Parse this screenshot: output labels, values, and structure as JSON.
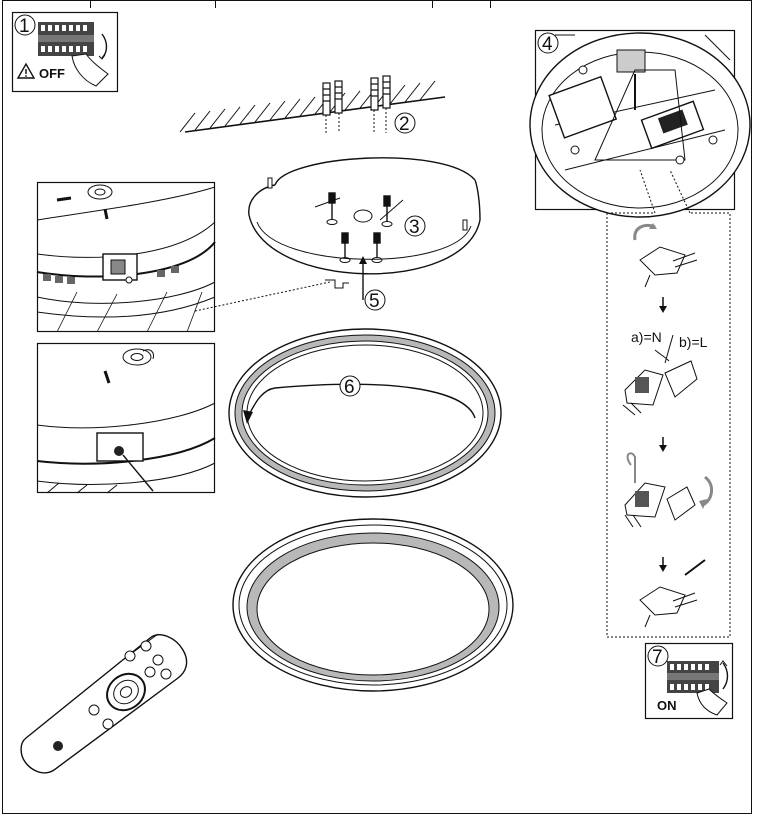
{
  "steps": {
    "s1": "1",
    "s2": "2",
    "s3": "3",
    "s4": "4",
    "s5": "5",
    "s6": "6",
    "s7": "7"
  },
  "power": {
    "off_label": "OFF",
    "on_label": "ON"
  },
  "wiring": {
    "neutral_label": "a)=N",
    "live_label": "b)=L"
  },
  "icons": {
    "warning": "warning-triangle-icon",
    "switch": "circuit-breaker-icon",
    "screw": "screw-icon",
    "remote": "remote-control-icon"
  },
  "colors": {
    "line": "#111111",
    "ring_fill": "#b8b8b8",
    "paper": "#ffffff"
  }
}
